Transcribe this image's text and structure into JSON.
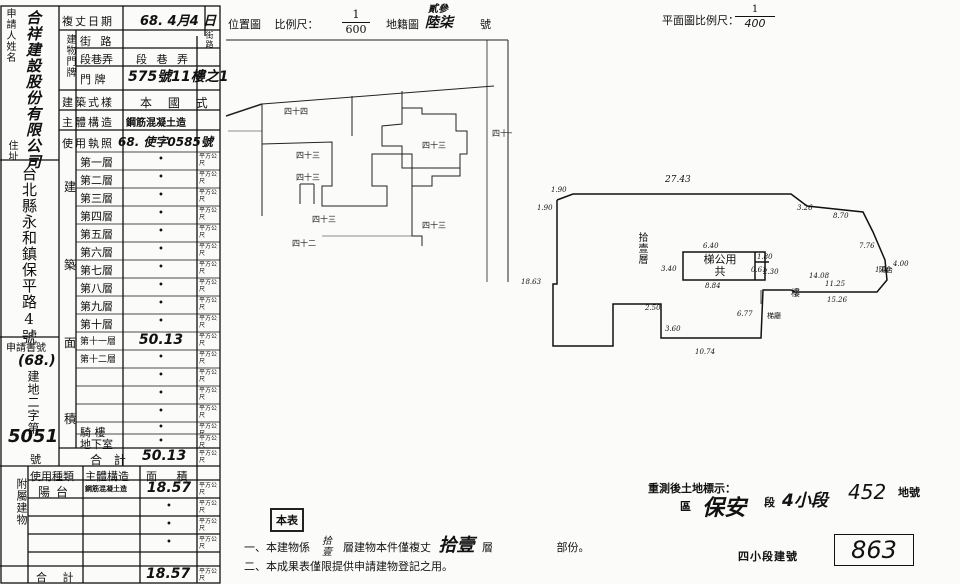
{
  "applicant": {
    "header": "申請人姓名",
    "name": "合祥建設股份有限公司",
    "addr_label": "住址",
    "address": "台北縣永和鎮保平路4號",
    "app_no_label": "申請書號",
    "app_year": "(68.)",
    "app_word": "建地二字第",
    "app_no": "5051",
    "app_suffix": "號"
  },
  "bldg": {
    "review_date_label": "複丈日期",
    "review_date": "68. 4月4 日",
    "door_label": "建物門牌",
    "street_label": "街 路",
    "street_suffix": "街路",
    "lane_label": "段巷弄",
    "lane_value": "段 巷 弄",
    "door_no_label": "門 牌",
    "door_no": "575號11樓之1",
    "style_label": "建築式樣",
    "style_value": "本 國 式",
    "structure_label": "主體構造",
    "structure_value": "鋼筋混凝土造",
    "permit_label": "使用執照",
    "permit_value": "68. 使字0585號"
  },
  "area_section": {
    "side_a": "建",
    "side_b": "築",
    "side_c": "面",
    "side_d": "積",
    "unit": "平方公尺",
    "floors": [
      {
        "label": "第一層",
        "value": "•"
      },
      {
        "label": "第二層",
        "value": "•"
      },
      {
        "label": "第三層",
        "value": "•"
      },
      {
        "label": "第四層",
        "value": "•"
      },
      {
        "label": "第五層",
        "value": "•"
      },
      {
        "label": "第六層",
        "value": "•"
      },
      {
        "label": "第七層",
        "value": "•"
      },
      {
        "label": "第八層",
        "value": "•"
      },
      {
        "label": "第九層",
        "value": "•"
      },
      {
        "label": "第十層",
        "value": "•"
      },
      {
        "label": "第十一層",
        "value": "50.13"
      },
      {
        "label": "第十二層",
        "value": "•"
      },
      {
        "label": "",
        "value": "•"
      },
      {
        "label": "",
        "value": "•"
      },
      {
        "label": "",
        "value": "•"
      },
      {
        "label": "騎 樓",
        "value": "•"
      },
      {
        "label": "地下室",
        "value": "•"
      }
    ],
    "total_label": "合 計",
    "total_value": "50.13"
  },
  "annex": {
    "side": "附屬建物",
    "h_use": "使用種類",
    "h_struct": "主體構造",
    "h_area": "面 積",
    "rows": [
      {
        "use": "陽台",
        "struct": "鋼筋混凝土造",
        "area": "18.57"
      },
      {
        "use": "",
        "struct": "",
        "area": "•"
      },
      {
        "use": "",
        "struct": "",
        "area": "•"
      },
      {
        "use": "",
        "struct": "",
        "area": "•"
      }
    ],
    "total_label": "合 計",
    "total_value": "18.57"
  },
  "location": {
    "title": "位置圖",
    "scale_label": "比例尺：",
    "scale_num": "1",
    "scale_den": "600",
    "map_label": "地籍圖",
    "map_no": "陸柒",
    "map_suffix": "號",
    "annex_mark": "貳參",
    "labels": {
      "a": "四十四",
      "b": "四十三",
      "c": "四十三",
      "d": "四十三",
      "e": "四十三",
      "f": "四十三",
      "g": "四十二",
      "h": "四十一"
    }
  },
  "plan": {
    "title": "平面圖比例尺：",
    "scale_num": "1",
    "scale_den": "400",
    "floor_mark": "拾壹層",
    "room_label": "梯公用共",
    "dims": {
      "top": "27.43",
      "d1": "1.90",
      "d2": "1.90",
      "d3": "3.26",
      "d4": "8.70",
      "d5": "7.76",
      "d6": "18.63",
      "d7": "6.40",
      "d8": "3.40",
      "d9": "1.80",
      "d10": "8.84",
      "d11": "2.30",
      "d12": "14.08",
      "d13": "11.25",
      "d14": "15.26",
      "d15": "2.50",
      "d16": "3.60",
      "d17": "6.77",
      "d18": "10.74",
      "d19": "4.00",
      "d20": "0.61",
      "d21": "1.00"
    },
    "side_tags": {
      "balcony": "陽台",
      "hall": "梯廳",
      "stair": "樓"
    }
  },
  "resurvey": {
    "label": "重測後土地標示：",
    "district_label": "區",
    "district": "保安",
    "section_label": "段",
    "subsection": "4小段",
    "parcel": "452",
    "parcel_suffix": "地號"
  },
  "notes": {
    "stamp": "本表",
    "line1_a": "一、本建物係",
    "line1_b": "拾壹",
    "line1_c": "層建物本件僅複丈",
    "line1_d": "拾壹",
    "line1_e": "層",
    "line1_f": "部份。",
    "line2": "二、本成果表僅限提供申請建物登記之用。"
  },
  "bldg_no": {
    "label": "四小段建號",
    "value": "863"
  }
}
